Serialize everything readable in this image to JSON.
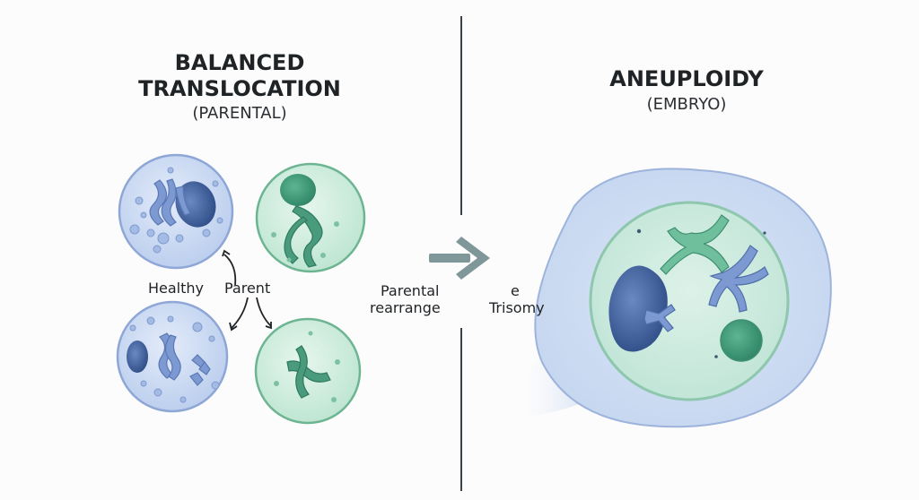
{
  "left_panel": {
    "title_line1": "BALANCED",
    "title_line2": "TRANSLOCATION",
    "subtitle": "(PARENTAL)",
    "label_healthy": "Healthy",
    "label_parent": "Parent"
  },
  "center": {
    "label_line1": "Parental",
    "label_line2": "rearrange",
    "trisomy_line1": "e",
    "trisomy_line2": "Trisomy"
  },
  "right_panel": {
    "title": "ANEUPLOIDY",
    "subtitle": "(EMBRYO)"
  },
  "colors": {
    "blue_cell": "#c9d8f1",
    "blue_outline": "#8ea7d6",
    "blue_chromosome": "#7d99d2",
    "blue_nucleus": "#3f5f98",
    "green_cell": "#cfeee0",
    "green_outline": "#6db592",
    "green_chromosome": "#3f8f73",
    "arrow": "#7f9799",
    "divider": "#3a4147"
  }
}
